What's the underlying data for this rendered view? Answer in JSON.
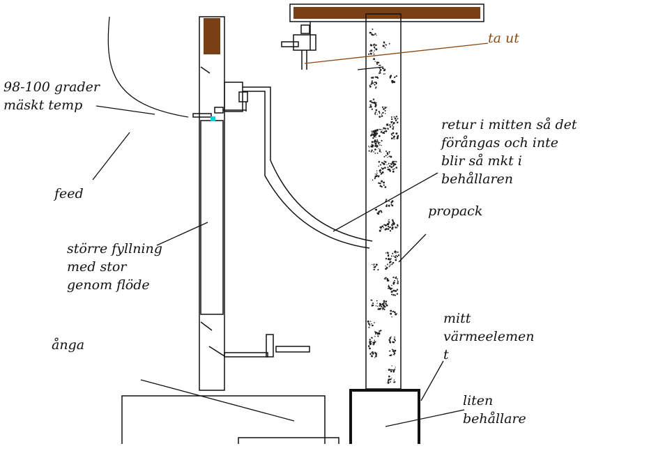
{
  "colors": {
    "ink": "#111111",
    "wood": "#7a3f14",
    "accent_label": "#8b4a12",
    "marker": "#1ec8e0",
    "background": "#ffffff"
  },
  "labels": {
    "ta_ut": "ta ut",
    "temp": [
      "98-100 grader",
      "mäskt temp"
    ],
    "feed": "feed",
    "storre": [
      "större fyllning",
      "med stor",
      "genom flöde"
    ],
    "anga": "ånga",
    "retur": [
      "retur i mitten så det",
      "förångas  och inte",
      "blir så mkt i",
      "behållaren"
    ],
    "propack": "propack",
    "mitt": [
      "mitt",
      "värmeelemen",
      "t"
    ],
    "liten": [
      "liten",
      "behållare"
    ]
  }
}
